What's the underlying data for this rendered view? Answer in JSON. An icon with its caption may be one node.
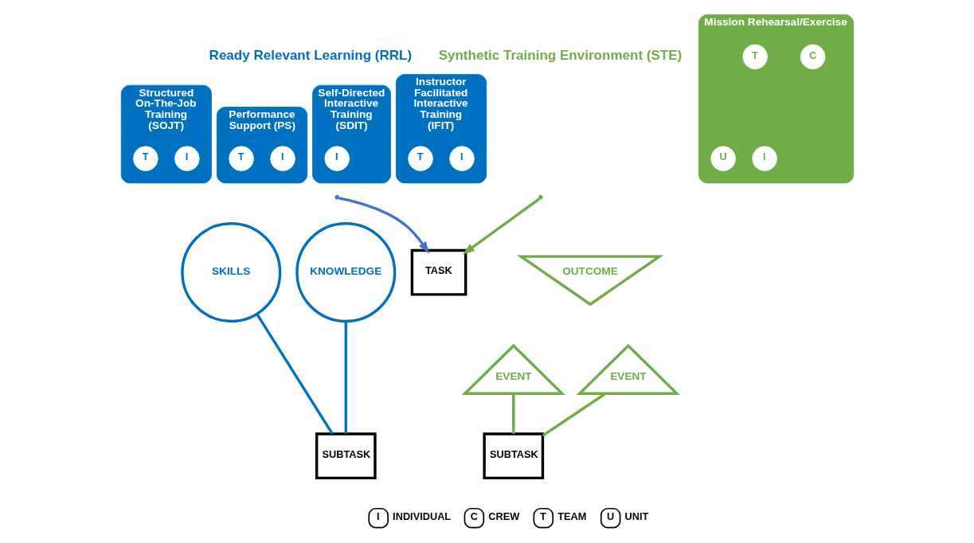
{
  "diagram": {
    "nodes": [
      {
        "text": [
          "Self-Directed Interactive Training (SDIT)"
        ]
      },
      {
        "text": [
          "I"
        ],
        "in": 0
      },
      {
        "text": [
          "Instructor Facilitated Interactive Training (IFIT)"
        ]
      },
      {
        "text": [
          "I"
        ],
        "in": 2
      },
      {
        "text": [
          "T"
        ],
        "in": 2
      },
      {
        "text": [
          "Structured On-The-Job Training (SOJT)"
        ]
      },
      {
        "text": [
          "I"
        ],
        "in": 5
      },
      {
        "text": [
          "T"
        ],
        "in": 5
      },
      {
        "text": [
          "Performance Support (PS)"
        ]
      },
      {
        "text": [
          "I"
        ],
        "in": 8
      },
      {
        "text": [
          "T"
        ],
        "in": 8
      },
      {
        "text": [
          "Mission Rehearsal/Exercise"
        ]
      },
      {
        "text": [
          "I"
        ],
        "in": 11
      },
      {
        "text": [
          "C"
        ],
        "in": 11
      },
      {
        "text": [
          "T"
        ],
        "in": 11
      },
      {
        "text": [
          "U"
        ],
        "in": 11
      },
      {
        "text": [
          "KNOWLEDGE"
        ]
      },
      {
        "text": [
          "SKILLS"
        ]
      },
      {
        "text": [
          "TASK"
        ]
      },
      {
        "text": [
          "SUBTASK"
        ]
      },
      {
        "text": [
          "SUBTASK"
        ]
      },
      {
        "text": [
          "OUTCOME"
        ]
      },
      {
        "text": [
          "EVENT"
        ]
      },
      {
        "text": [
          "EVENT"
        ]
      }
    ],
    "edges": [
      {
        "from": null,
        "to": 18,
        "arrow": "to",
        "color": "#4472c4"
      },
      {
        "from": null,
        "to": 18,
        "arrow": "to",
        "color": "#70ad47"
      },
      {
        "from": 16,
        "to": 19,
        "arrow": "none",
        "color": "#0070c0"
      },
      {
        "from": 17,
        "to": 19,
        "arrow": "none",
        "color": "#0070c0"
      },
      {
        "from": 22,
        "to": 20,
        "arrow": "none",
        "color": "#70ad47"
      },
      {
        "from": 23,
        "to": 20,
        "arrow": "none",
        "color": "#70ad47"
      }
    ],
    "labels": [
      "Ready Relevant Learning (RRL)",
      "Synthetic Training Environment (STE)",
      "I",
      "INDIVIDUAL",
      "C",
      "CREW",
      "T",
      "TEAM",
      "U",
      "UNIT"
    ]
  }
}
